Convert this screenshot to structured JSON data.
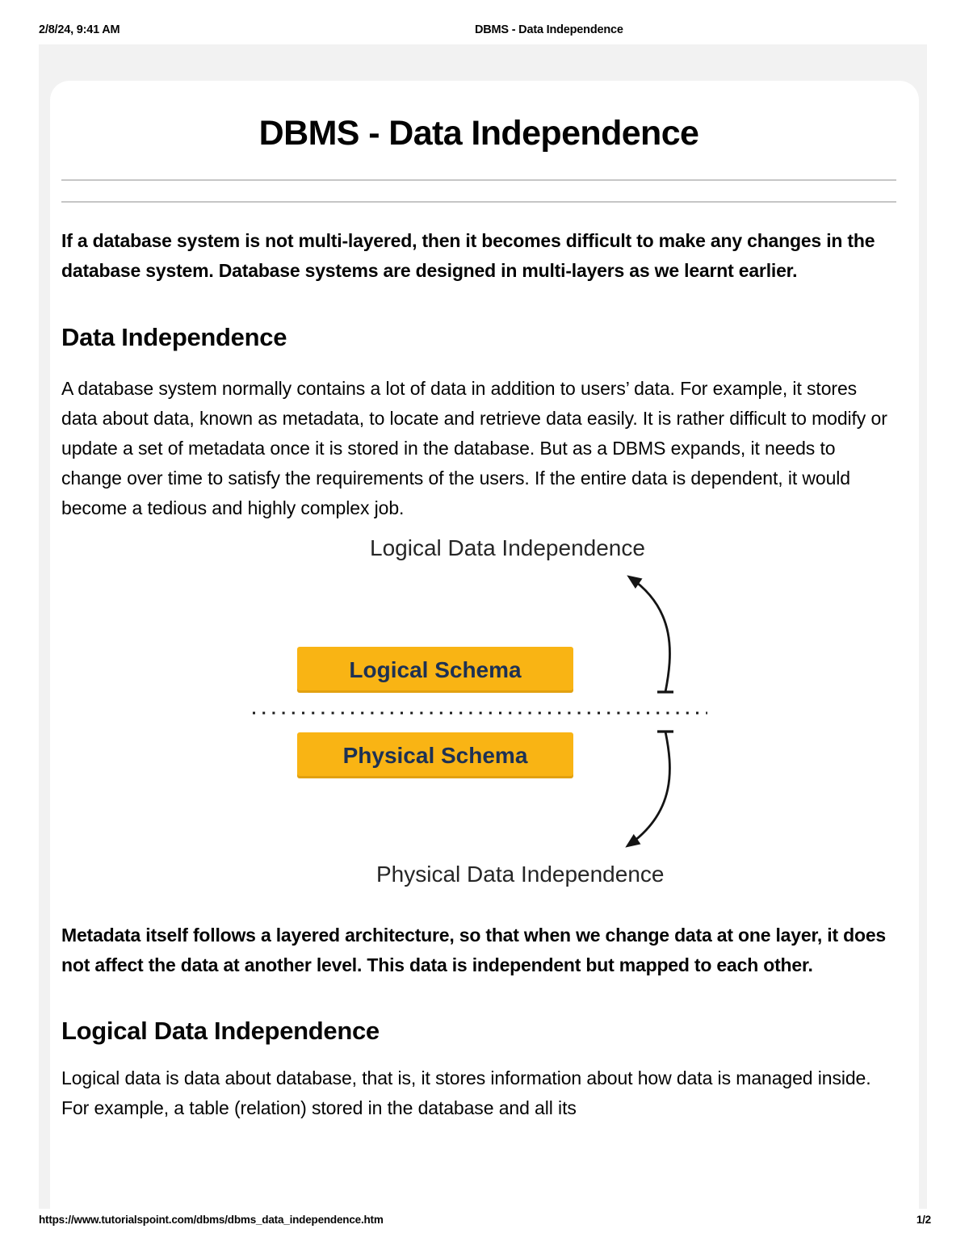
{
  "print_header": {
    "timestamp": "2/8/24, 9:41 AM",
    "document_title": "DBMS - Data Independence"
  },
  "print_footer": {
    "url": "https://www.tutorialspoint.com/dbms/dbms_data_independence.htm",
    "page_indicator": "1/2"
  },
  "article": {
    "title": "DBMS - Data Independence",
    "intro_paragraph": "If a database system is not multi-layered, then it becomes difficult to make any changes in the database system. Database systems are designed in multi-layers as we learnt earlier.",
    "section_1": {
      "heading": "Data Independence",
      "paragraph": "A database system normally contains a lot of data in addition to users’ data. For example, it stores data about data, known as metadata, to locate and retrieve data easily. It is rather difficult to modify or update a set of metadata once it is stored in the database. But as a DBMS expands, it needs to change over time to satisfy the requirements of the users. If the entire data is dependent, it would become a tedious and highly complex job.",
      "paragraph_after_diagram": "Metadata itself follows a layered architecture, so that when we change data at one layer, it does not affect the data at another level. This data is independent but mapped to each other."
    },
    "section_2": {
      "heading": "Logical Data Independence",
      "paragraph": "Logical data is data about database, that is, it stores information about how data is managed inside. For example, a table (relation) stored in the database and all its"
    }
  },
  "diagram": {
    "top_label": "Logical Data Independence",
    "bottom_label": "Physical Data Independence",
    "logical_schema_label": "Logical Schema",
    "physical_schema_label": "Physical Schema",
    "colors": {
      "schema_box_fill": "#f9b414",
      "schema_box_text": "#1d3154",
      "arrow": "#141414"
    }
  }
}
